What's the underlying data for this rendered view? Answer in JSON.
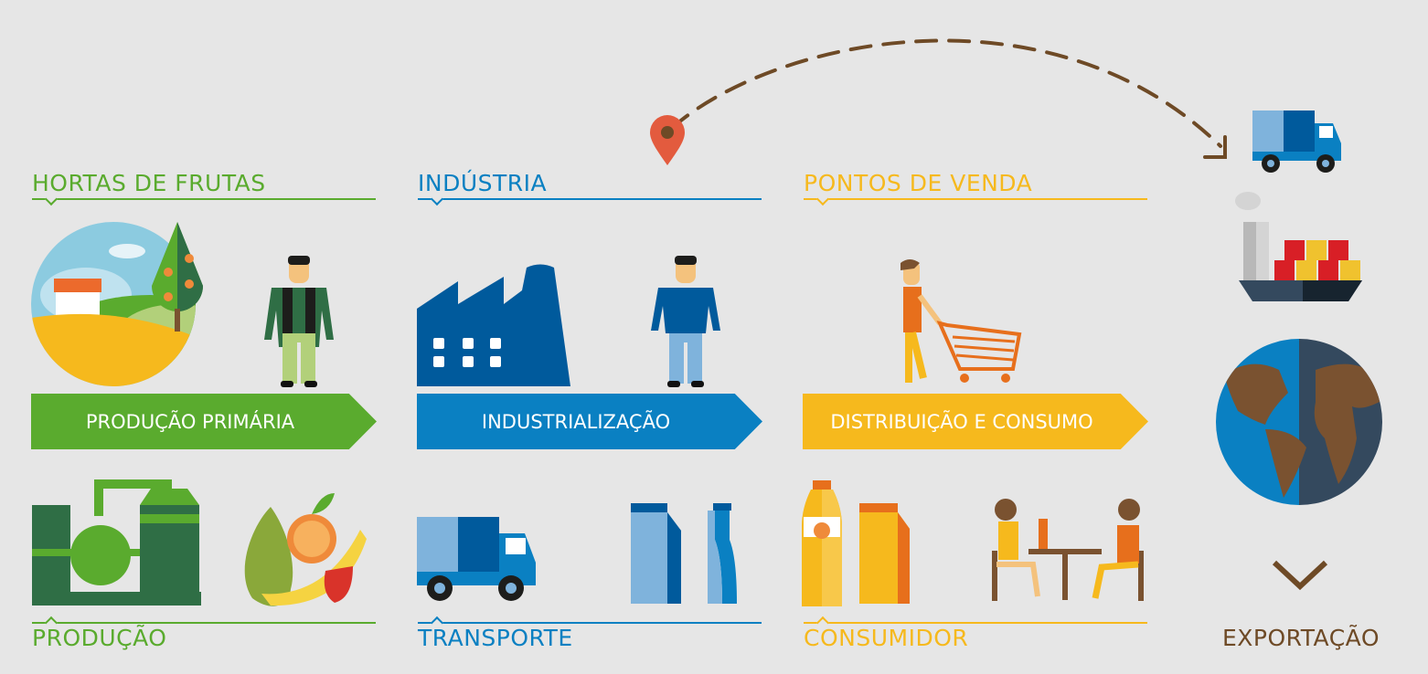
{
  "colors": {
    "green": "#5aab2e",
    "blue": "#0a80c2",
    "darkblue": "#005a9c",
    "yellow": "#f6b91d",
    "brown": "#6e4a26",
    "background": "#e6e6e6"
  },
  "stages": [
    {
      "header": "HORTAS DE FRUTAS",
      "banner": "PRODUÇÃO PRIMÁRIA",
      "footer": "PRODUÇÃO"
    },
    {
      "header": "INDÚSTRIA",
      "banner": "INDUSTRIALIZAÇÃO",
      "footer": "TRANSPORTE"
    },
    {
      "header": "PONTOS DE VENDA",
      "banner": "DISTRIBUIÇÃO E CONSUMO",
      "footer": "CONSUMIDOR"
    }
  ],
  "export": {
    "label": "EXPORTAÇÃO"
  }
}
